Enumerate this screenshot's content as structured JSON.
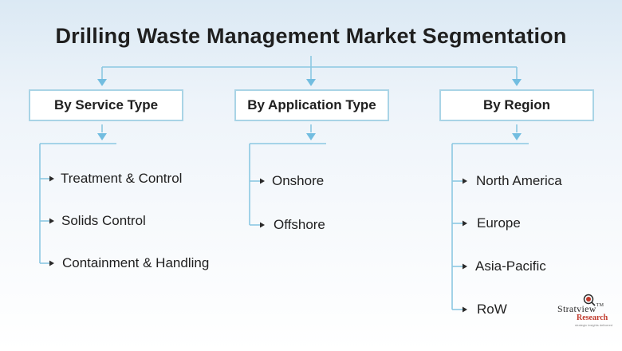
{
  "title": "Drilling Waste Management Market Segmentation",
  "categories": [
    {
      "label": "By Service Type",
      "items": [
        "Treatment & Control",
        "Solids Control",
        "Containment & Handling"
      ]
    },
    {
      "label": "By Application Type",
      "items": [
        "Onshore",
        "Offshore"
      ]
    },
    {
      "label": "By Region",
      "items": [
        "North America",
        "Europe",
        "Asia-Pacific",
        "RoW"
      ]
    }
  ],
  "logo": {
    "name": "Stratview",
    "tm": "TM",
    "sub": "Research",
    "tagline": "strategic insights delivered"
  },
  "colors": {
    "line": "#8cc8e2",
    "arrow": "#72bde0",
    "box_border": "#a9d4e6",
    "text": "#1f1f1f",
    "logo_accent": "#c0392b"
  }
}
